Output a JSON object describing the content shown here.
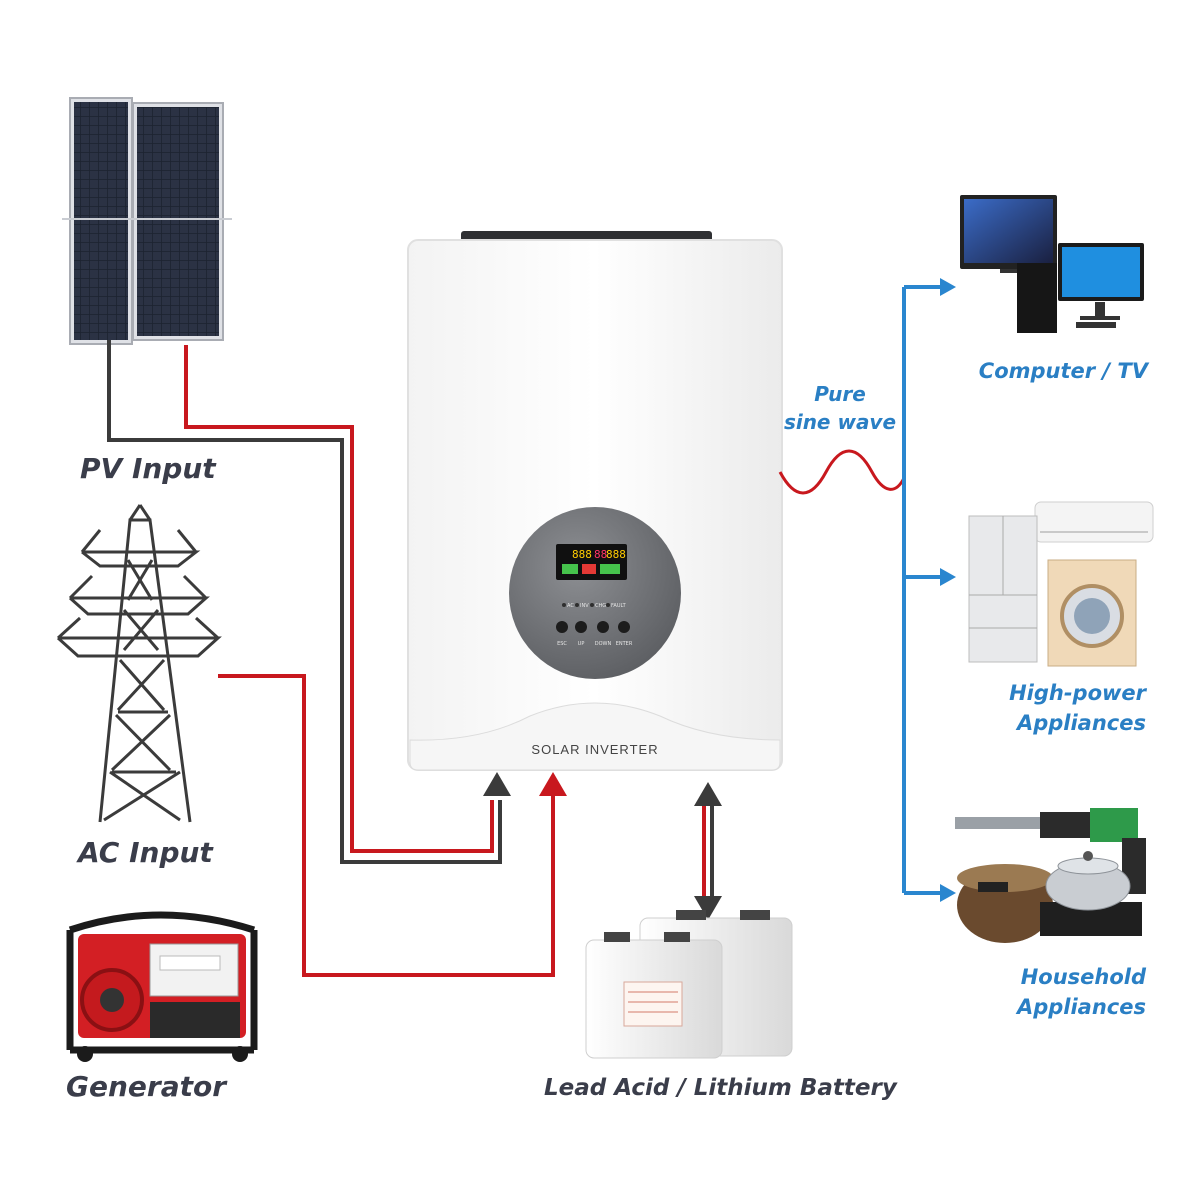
{
  "labels": {
    "pv_input": "PV Input",
    "ac_input": "AC Input",
    "generator": "Generator",
    "battery": "Lead Acid / Lithium Battery",
    "sine_line1": "Pure",
    "sine_line2": "sine wave",
    "computer_tv": "Computer / TV",
    "high_power_line1": "High-power",
    "high_power_line2": "Appliances",
    "household_line1": "Household",
    "household_line2": "Appliances"
  },
  "inverter": {
    "brand_text": "SOLAR INVERTER",
    "lcd_left": "888",
    "lcd_mid": "88",
    "lcd_right": "888",
    "indicator_labels": [
      "AC",
      "INV",
      "CHG",
      "FAULT"
    ],
    "button_labels": [
      "ESC",
      "UP",
      "DOWN",
      "ENTER"
    ]
  },
  "colors": {
    "dc_negative_wire": "#3b3b3b",
    "dc_positive_wire": "#c8181e",
    "ac_output_wire": "#2a86cf",
    "label_dark": "#3a3d4a",
    "label_blue": "#2a7fc4"
  },
  "icons": {
    "solar_panel": "solar-panel-icon",
    "transmission_tower": "transmission-tower-icon",
    "generator": "generator-icon",
    "inverter": "inverter-device",
    "battery": "battery-icon",
    "computer_tv": "computer-tv-icon",
    "high_power": "fridge-aircon-washer-icon",
    "household": "cooker-drill-appliances-icon"
  }
}
